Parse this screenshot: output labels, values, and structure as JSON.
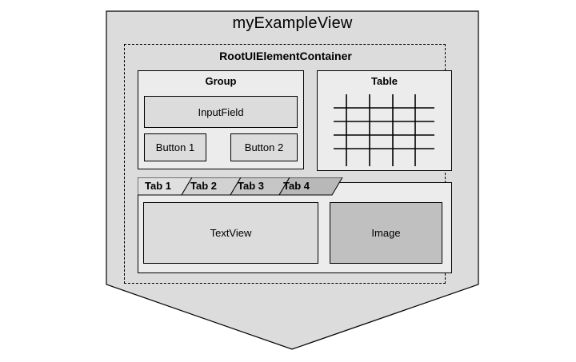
{
  "view": {
    "title": "myExampleView",
    "shape": "pentagon",
    "fill_color": "#dcdcdc",
    "stroke_color": "#000000"
  },
  "root_container": {
    "title": "RootUIElementContainer",
    "border_style": "dashed",
    "stroke_color": "#000000"
  },
  "group": {
    "title": "Group",
    "panel_fill": "#ececec",
    "input_field": {
      "label": "InputField",
      "fill": "#dcdcdc"
    },
    "buttons": [
      {
        "label": "Button 1",
        "fill": "#dcdcdc"
      },
      {
        "label": "Button 2",
        "fill": "#dcdcdc"
      }
    ]
  },
  "table": {
    "title": "Table",
    "panel_fill": "#ececec",
    "grid": {
      "vertical_lines": 4,
      "horizontal_lines": 4,
      "line_color": "#000000"
    }
  },
  "tabs": {
    "panel_fill": "#ececec",
    "items": [
      {
        "label": "Tab 1",
        "fill": "#e0e0e0",
        "selected": true
      },
      {
        "label": "Tab 2",
        "fill": "#d2d2d2",
        "selected": false
      },
      {
        "label": "Tab 3",
        "fill": "#c6c6c6",
        "selected": false
      },
      {
        "label": "Tab 4",
        "fill": "#b8b8b8",
        "selected": false
      }
    ],
    "content": {
      "text_view": {
        "label": "TextView",
        "fill": "#dcdcdc"
      },
      "image": {
        "label": "Image",
        "fill": "#c0c0c0"
      }
    }
  }
}
